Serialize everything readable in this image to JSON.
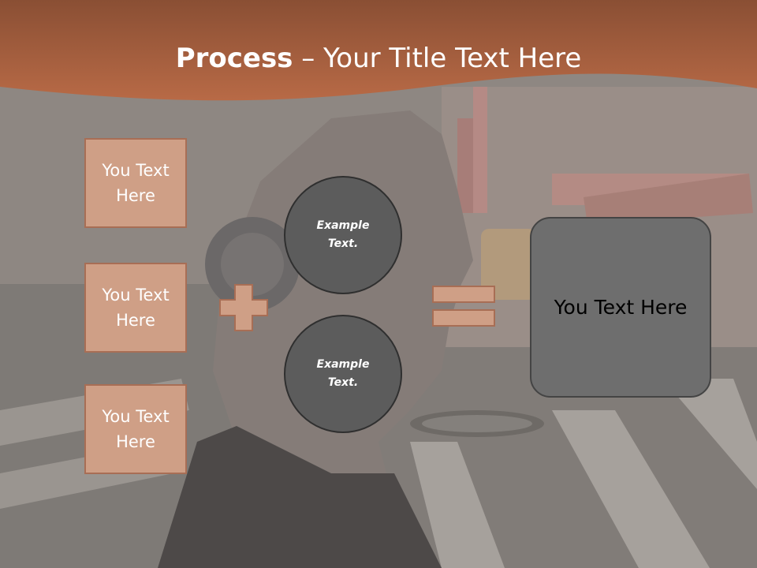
{
  "title": {
    "bold": "Process",
    "rest": " – Your Title Text Here"
  },
  "boxes": [
    "You Text Here",
    "You Text Here",
    "You Text Here"
  ],
  "circles": [
    "Example Text.",
    "Example Text."
  ],
  "result": "You Text Here",
  "colors": {
    "header": "#a5613f",
    "box_fill": "#cf9f86",
    "box_border": "#a86e55",
    "circle_fill": "#5c5c5c",
    "result_fill": "#6e6e6e"
  }
}
